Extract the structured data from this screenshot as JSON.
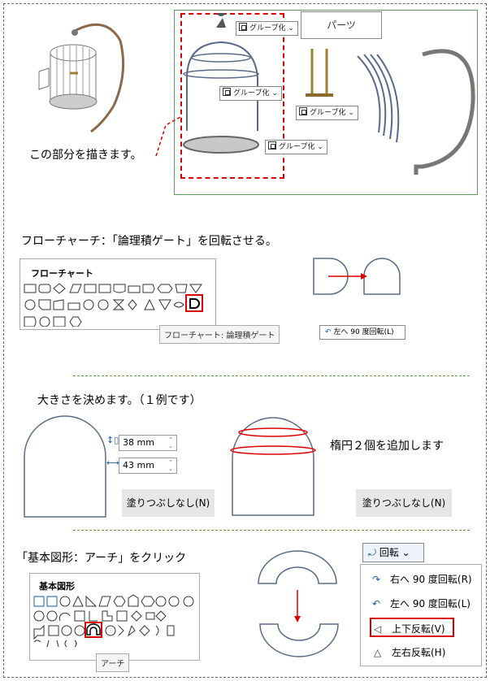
{
  "section1": {
    "group_tag": "グループ化",
    "parts_label": "パーツ",
    "caption": "この部分を描きます。"
  },
  "section2": {
    "caption": "フローチャーチ：「論理積ゲート」を回転させる。",
    "panel_title": "フローチャート",
    "tooltip": "フローチャート: 論理積ゲート",
    "rotate_button": "左へ 90 度回転(L)"
  },
  "section3": {
    "caption": "大きさを決めます。（１例です）",
    "height_value": "38 mm",
    "width_value": "43 mm",
    "no_fill_left": "塗りつぶしなし(N)",
    "no_fill_right": "塗りつぶしなし(N)",
    "ellipse_caption": "楕円２個を追加します"
  },
  "section4": {
    "caption": "「基本図形：アーチ」をクリック",
    "panel_title": "基本図形",
    "tooltip": "アーチ",
    "rotate_dropdown": "回転",
    "menu_items": [
      "右へ 90 度回転(R)",
      "左へ 90 度回転(L)",
      "上下反転(V)",
      "左右反転(H)"
    ]
  },
  "colors": {
    "shape_stroke": "#5a6a8a",
    "highlight_red": "#d00000",
    "frame_green": "#5a9a5a"
  }
}
